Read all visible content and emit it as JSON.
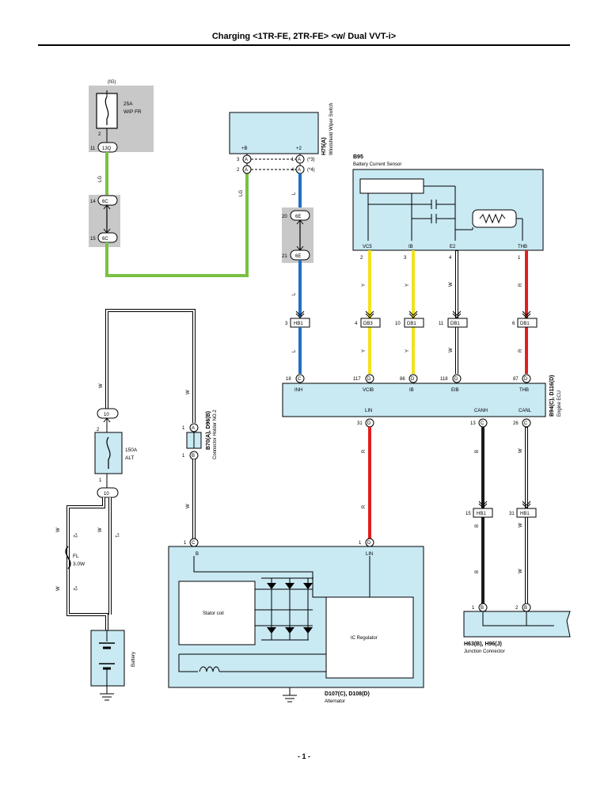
{
  "title": "Charging <1TR-FE, 2TR-FE> <w/ Dual VVT-i>",
  "page_number": "- 1 -",
  "colors": {
    "component_fill": "#c9e9f3",
    "gray_block": "#c8c8c8",
    "wire_lg": "#7ac143",
    "wire_l": "#1f6fc2",
    "wire_y": "#f2e21c",
    "wire_r": "#e02020",
    "wire_b": "#1a1a1a",
    "wire_w": "#ffffff"
  },
  "fuse_wip": {
    "supply": "(IG)",
    "rating": "25A",
    "name": "WIP FR",
    "pin": "2"
  },
  "conn_13q": {
    "pin": "11",
    "id": "13Q"
  },
  "conn_6c_top": {
    "pin": "14",
    "id": "6C"
  },
  "conn_6c_bot": {
    "pin": "15",
    "id": "6C"
  },
  "wire_lg_label_1": "LG",
  "wire_lg_label_2": "LG",
  "wiper_switch": {
    "code": "H75(A)",
    "name": "Windshield Wiper Switch",
    "term_b": "+B",
    "term_2": "+2",
    "pin_3": "3",
    "pin_2": "2",
    "pin_1": "1",
    "pin_4": "4",
    "conn": "A",
    "note_3": "(*3)",
    "note_4": "(*4)"
  },
  "conn_6e_top": {
    "pin": "20",
    "id": "6E"
  },
  "conn_6e_bot": {
    "pin": "21",
    "id": "6E"
  },
  "wire_l_labels": [
    "L",
    "L",
    "L"
  ],
  "hb1_l": {
    "pin": "3",
    "id": "HB1"
  },
  "battery_sensor": {
    "code": "B95",
    "name": "Battery Current Sensor",
    "terms": [
      "VC5",
      "IB",
      "E2",
      "THB"
    ],
    "pins": [
      "2",
      "3",
      "4",
      "1"
    ]
  },
  "sensor_wire_labels": [
    "Y",
    "Y",
    "W",
    "R"
  ],
  "sensor_wire_labels_2": [
    "Y",
    "Y",
    "W",
    "R"
  ],
  "sensor_conns": [
    {
      "pin": "4",
      "id": "DB3"
    },
    {
      "pin": "10",
      "id": "DB1"
    },
    {
      "pin": "11",
      "id": "DB1"
    },
    {
      "pin": "6",
      "id": "DB1"
    }
  ],
  "ecu": {
    "code": "B94(C), D116(D)",
    "name": "Engine ECU",
    "top_terms": [
      "INH",
      "VCIB",
      "IB",
      "EIB",
      "THB"
    ],
    "top_pins": [
      "18",
      "117",
      "86",
      "118",
      "87"
    ],
    "top_conns": [
      "C",
      "D",
      "D",
      "D",
      "D"
    ],
    "bottom_terms": [
      "LIN",
      "CANH",
      "CANL"
    ],
    "bottom_pins": [
      "31",
      "13",
      "26"
    ],
    "bottom_conns": [
      "D",
      "C",
      "C"
    ]
  },
  "left_wires": {
    "w1": "W",
    "w2": "W",
    "w3": "W",
    "w4": "W",
    "w5": "W",
    "w6": "W"
  },
  "conn_10_top": {
    "pin": "2",
    "id": "10"
  },
  "fuse_alt": {
    "rating": "150A",
    "name": "ALT",
    "pin": "1"
  },
  "conn_10_bot": {
    "id": "10"
  },
  "fusible_link": {
    "name": "FL",
    "rating": "3.0W"
  },
  "wire_marks": {
    "m1": "*2",
    "m2": "*1",
    "m3": "*2"
  },
  "conn_holder": {
    "code": "B70(A), D96(B)",
    "name": "Connector Holder NO.2",
    "conn_a": "A",
    "conn_b": "B",
    "pin_a": "1",
    "pin_b": "1"
  },
  "battery_label": "Battery",
  "alternator": {
    "code": "D107(C), D108(D)",
    "name": "Alternator",
    "term_b": "B",
    "term_lin": "LIN",
    "pin_b": "1",
    "conn_b": "C",
    "pin_lin": "1",
    "conn_lin": "D",
    "stator": "Stator coil",
    "regulator": "IC Regulator"
  },
  "lin_wire_labels": [
    "R",
    "R"
  ],
  "can_wire_labels": [
    "B",
    "W",
    "B",
    "W",
    "B",
    "W"
  ],
  "hb1_can": [
    {
      "pin": "15",
      "id": "HB1"
    },
    {
      "pin": "31",
      "id": "HB1"
    }
  ],
  "junction": {
    "code": "H63(B), H96(J)",
    "name": "Junction Connector",
    "pin_1": "1",
    "pin_2": "2",
    "conn": "B"
  }
}
